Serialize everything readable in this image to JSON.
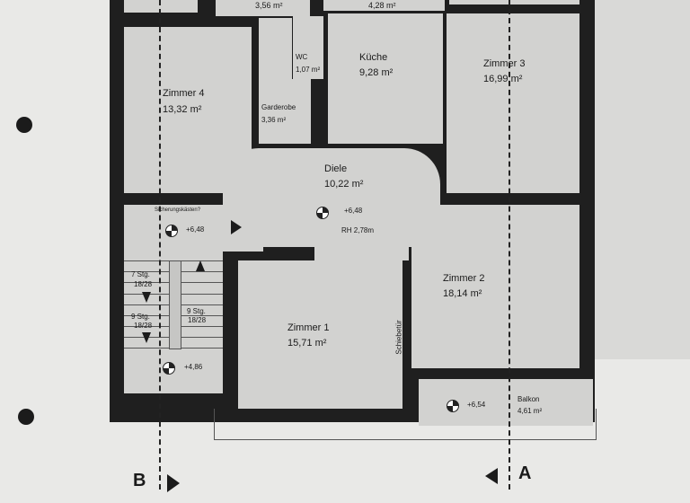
{
  "rooms": {
    "bad_top": {
      "area": "3,56 m²"
    },
    "top_mid": {
      "area": "4,28 m²"
    },
    "wc": {
      "name": "WC",
      "area": "1,07 m²"
    },
    "kueche": {
      "name": "Küche",
      "area": "9,28 m²"
    },
    "zimmer3": {
      "name": "Zimmer 3",
      "area": "16,99 m²"
    },
    "zimmer4": {
      "name": "Zimmer 4",
      "area": "13,32 m²"
    },
    "garderobe": {
      "name": "Garderobe",
      "area": "3,36 m²"
    },
    "diele": {
      "name": "Diele",
      "area": "10,22 m²",
      "level": "+6,48",
      "height": "RH 2,78m"
    },
    "zimmer2": {
      "name": "Zimmer 2",
      "area": "18,14 m²"
    },
    "zimmer1": {
      "name": "Zimmer 1",
      "area": "15,71 m²"
    },
    "balkon": {
      "name": "Balkon",
      "area": "4,61 m²",
      "level": "+6,54"
    }
  },
  "stair": {
    "note": "Sicherungskästen?",
    "level_top": "+6,48",
    "level_bottom": "+4,86",
    "flight1": "7 Stg.",
    "flight1_ratio": "18/28",
    "flight2": "9 Stg.",
    "flight2_ratio": "18/28",
    "flight3": "9 Stg.",
    "flight3_ratio": "18/28"
  },
  "schiebetuer": "Schiebetür",
  "sections": {
    "b": "B",
    "a": "A"
  }
}
